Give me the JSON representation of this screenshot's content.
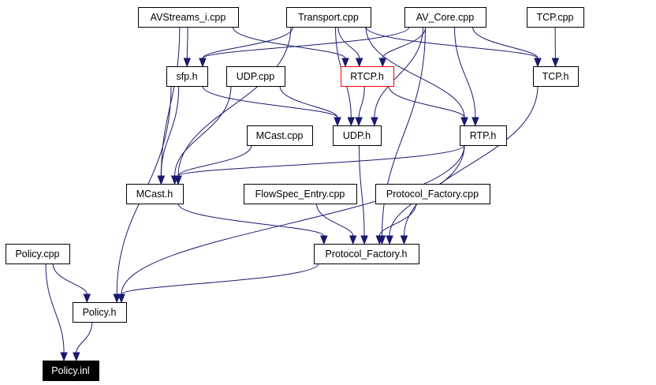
{
  "diagram": {
    "colors": {
      "edge": "#191970",
      "node_border": "#000000",
      "highlight_border": "#ff0000",
      "dark_fill": "#000000"
    },
    "nodes": [
      {
        "id": "avstreams_i_cpp",
        "label": "AVStreams_i.cpp"
      },
      {
        "id": "transport_cpp",
        "label": "Transport.cpp"
      },
      {
        "id": "av_core_cpp",
        "label": "AV_Core.cpp"
      },
      {
        "id": "tcp_cpp",
        "label": "TCP.cpp"
      },
      {
        "id": "sfp_h",
        "label": "sfp.h"
      },
      {
        "id": "udp_cpp",
        "label": "UDP.cpp"
      },
      {
        "id": "rtcp_h",
        "label": "RTCP.h"
      },
      {
        "id": "tcp_h",
        "label": "TCP.h"
      },
      {
        "id": "mcast_cpp",
        "label": "MCast.cpp"
      },
      {
        "id": "udp_h",
        "label": "UDP.h"
      },
      {
        "id": "rtp_h",
        "label": "RTP.h"
      },
      {
        "id": "mcast_h",
        "label": "MCast.h"
      },
      {
        "id": "flowspec_entry_cpp",
        "label": "FlowSpec_Entry.cpp"
      },
      {
        "id": "protocol_factory_cpp",
        "label": "Protocol_Factory.cpp"
      },
      {
        "id": "policy_cpp",
        "label": "Policy.cpp"
      },
      {
        "id": "protocol_factory_h",
        "label": "Protocol_Factory.h"
      },
      {
        "id": "policy_h",
        "label": "Policy.h"
      },
      {
        "id": "policy_inl",
        "label": "Policy.inl"
      }
    ],
    "edges": [
      {
        "from": "avstreams_i_cpp",
        "to": "sfp_h"
      },
      {
        "from": "avstreams_i_cpp",
        "to": "rtcp_h"
      },
      {
        "from": "avstreams_i_cpp",
        "to": "mcast_h"
      },
      {
        "from": "transport_cpp",
        "to": "sfp_h"
      },
      {
        "from": "transport_cpp",
        "to": "rtcp_h"
      },
      {
        "from": "transport_cpp",
        "to": "udp_h"
      },
      {
        "from": "transport_cpp",
        "to": "rtp_h"
      },
      {
        "from": "transport_cpp",
        "to": "tcp_h"
      },
      {
        "from": "transport_cpp",
        "to": "mcast_h"
      },
      {
        "from": "av_core_cpp",
        "to": "sfp_h"
      },
      {
        "from": "av_core_cpp",
        "to": "rtcp_h"
      },
      {
        "from": "av_core_cpp",
        "to": "udp_h"
      },
      {
        "from": "av_core_cpp",
        "to": "rtp_h"
      },
      {
        "from": "av_core_cpp",
        "to": "tcp_h"
      },
      {
        "from": "av_core_cpp",
        "to": "protocol_factory_h"
      },
      {
        "from": "tcp_cpp",
        "to": "tcp_h"
      },
      {
        "from": "sfp_h",
        "to": "udp_h"
      },
      {
        "from": "sfp_h",
        "to": "mcast_h"
      },
      {
        "from": "sfp_h",
        "to": "policy_h"
      },
      {
        "from": "udp_cpp",
        "to": "udp_h"
      },
      {
        "from": "udp_cpp",
        "to": "mcast_h"
      },
      {
        "from": "rtcp_h",
        "to": "udp_h"
      },
      {
        "from": "rtcp_h",
        "to": "rtp_h"
      },
      {
        "from": "tcp_h",
        "to": "protocol_factory_h"
      },
      {
        "from": "mcast_cpp",
        "to": "mcast_h"
      },
      {
        "from": "udp_h",
        "to": "protocol_factory_h"
      },
      {
        "from": "rtp_h",
        "to": "mcast_h"
      },
      {
        "from": "rtp_h",
        "to": "protocol_factory_h"
      },
      {
        "from": "rtp_h",
        "to": "policy_h"
      },
      {
        "from": "mcast_h",
        "to": "protocol_factory_h"
      },
      {
        "from": "flowspec_entry_cpp",
        "to": "protocol_factory_h"
      },
      {
        "from": "protocol_factory_cpp",
        "to": "protocol_factory_h"
      },
      {
        "from": "protocol_factory_h",
        "to": "policy_h"
      },
      {
        "from": "policy_cpp",
        "to": "policy_h"
      },
      {
        "from": "policy_cpp",
        "to": "policy_inl"
      },
      {
        "from": "policy_h",
        "to": "policy_inl"
      }
    ]
  }
}
